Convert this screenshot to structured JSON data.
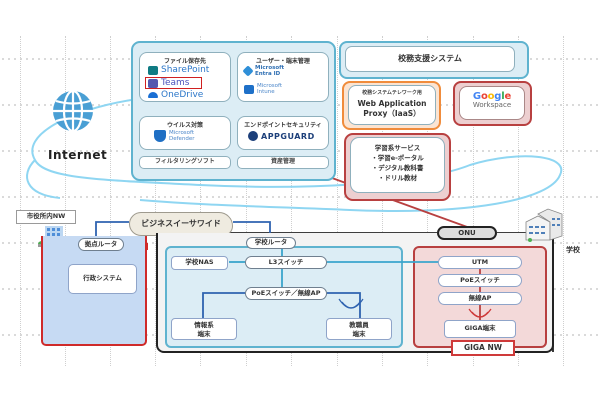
{
  "internet": {
    "label": "Internet"
  },
  "cloud_services": {
    "file_storage": {
      "title": "ファイル保存先",
      "items": [
        "SharePoint",
        "Teams",
        "OneDrive"
      ],
      "highlighted": "Teams"
    },
    "user_device_mgmt": {
      "title": "ユーザー・端末管理",
      "items": [
        {
          "line1": "Microsoft",
          "line2": "Entra ID"
        },
        {
          "line1": "Microsoft",
          "line2": "Intune"
        }
      ]
    },
    "antivirus": {
      "title": "ウイルス対策",
      "product": {
        "line1": "Microsoft",
        "line2": "Defender"
      }
    },
    "endpoint_security": {
      "title": "エンドポイントセキュリティ",
      "product": "APPGUARD"
    },
    "filtering": {
      "label": "フィルタリングソフト"
    },
    "asset_mgmt": {
      "label": "資産管理"
    }
  },
  "school_affairs": {
    "label": "校務支援システム"
  },
  "proxy": {
    "subtitle": "校務システムテレワーク用",
    "line1": "Web Application",
    "line2": "Proxy（IaaS）"
  },
  "google": {
    "line1": "Google",
    "line2": "Workspace"
  },
  "learning": {
    "lines": [
      "学習系サービス",
      "・学習e-ポータル",
      "・デジタル教科書",
      "・ドリル教材"
    ]
  },
  "city_hall": {
    "label": "市役所内NW",
    "router": "拠点ルータ",
    "admin_system": "行政システム"
  },
  "business_ether": {
    "label": "ビジネスイーサワイド"
  },
  "school": {
    "label": "学校",
    "router": "学校ルータ",
    "nas": "学校NAS",
    "l3_switch": "L3スイッチ",
    "poe_ap": "PoEスイッチ／無線AP",
    "info_terminal": [
      "情報系",
      "端末"
    ],
    "staff_terminal": [
      "教職員",
      "端末"
    ],
    "onu": "ONU",
    "giga": {
      "utm": "UTM",
      "poe_switch": "PoEスイッチ",
      "wireless_ap": "無線AP",
      "terminal": "GIGA端末",
      "network_label": "GIGA NW"
    }
  },
  "colors": {
    "cloud_blue": "#5fb3cf",
    "panel_blue": "#dcedf5",
    "alert_red": "#b84040",
    "proxy_orange": "#f08c3c",
    "cityhall_blue": "#c6daf3",
    "internet_cyan": "#8fd6f2",
    "router_line_blue": "#2f63b0"
  }
}
